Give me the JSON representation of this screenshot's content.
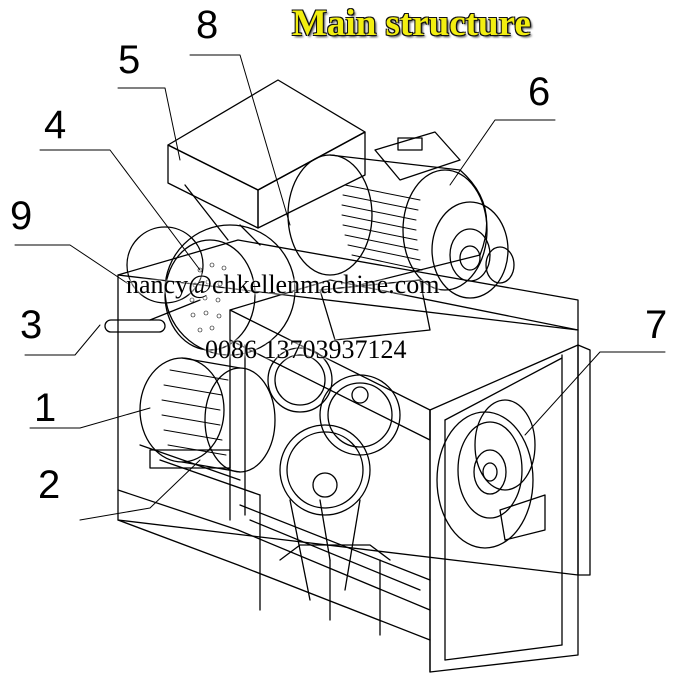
{
  "title": "Main structure",
  "callouts": [
    "1",
    "2",
    "3",
    "4",
    "5",
    "6",
    "7",
    "8",
    "9"
  ],
  "watermark": {
    "email": "nancy@chkellenmachine.com",
    "phone": "0086 13703937124"
  },
  "colors": {
    "title": "#f2ee10",
    "line": "#000000",
    "background": "#ffffff"
  }
}
